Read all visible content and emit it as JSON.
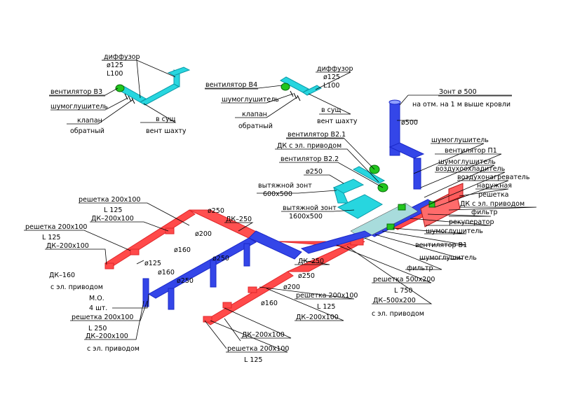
{
  "colors": {
    "supply": "#ff3b3b",
    "exhaust": "#2f3fe0",
    "local_exhaust": "#22d0dc",
    "fan": "#22c61e"
  },
  "labels": {
    "b3_diffuser": "диффузор",
    "b3_d125": "ø125",
    "b3_L100": "L100",
    "b3_fan": "вентилятор В3",
    "b3_silencer": "шумоглушитель",
    "b3_valve": "клапан",
    "b3_check": "обратный",
    "b3_exist": "в сущ",
    "b3_shaft": "вент шахту",
    "b4_fan": "вентилятор В4",
    "b4_diffuser": "диффузор",
    "b4_d125": "ø125",
    "b4_L100": "L100",
    "b4_silencer": "шумоглушитель",
    "b4_valve": "клапан",
    "b4_check": "обратный",
    "b4_exist": "в сущ",
    "b4_shaft": "вент шахту",
    "hood500": "Зонт ø 500",
    "hood500_note": "на отм. на 1 м выше кровли",
    "d500": "ø500",
    "fan_b21": "вентилятор В2.1",
    "dk_drive": "ДК с эл. приводом",
    "fan_b22": "вентилятор В2.2",
    "d250_a": "ø250",
    "hood600": "вытяжной зонт",
    "hood600_size": "600х500",
    "hood1600": "вытяжной зонт",
    "hood1600_size": "1600х500",
    "r_silencer": "шумоглушитель",
    "r_fan_p1": "вентилятор П1",
    "r_silencer2": "шумоглушитель",
    "r_cooler": "воздухоохладитель",
    "r_heater": "воздухонагреватель",
    "r_outer": "наружная",
    "r_grille": "решетка",
    "r_dk_drive": "ДК с эл. приводом",
    "r_filter": "фильтр",
    "r_recup": "рекуператор",
    "r_silencer3": "шумоглушитель",
    "r_fan_b1": "вентилятор В1",
    "r_silencer4": "шумоглушитель",
    "r_filter2": "фильтр",
    "g200_L125_top": "решетка 200х100",
    "L125_top": "L 125",
    "dk200_top": "ДК–200х100",
    "d250_b": "ø250",
    "dk250": "ДК–250",
    "d200_a": "ø200",
    "d160_a": "ø160",
    "g200_L125_left": "решетка 200х100",
    "L125_left": "L 125",
    "dk200_left": "ДК–200х100",
    "d125": "ø125",
    "d160_b": "ø160",
    "d250_c": "ø250",
    "dk160": "ДК–160",
    "dk160_drive": "с эл. приводом",
    "mo": "М.О.",
    "mo_qty": "4 шт.",
    "g200_L250": "решетка 200х100",
    "L250": "L 250",
    "dk200_bl": "ДК–200х100",
    "dk200_bl_drive": "с эл. приводом",
    "dk250_b": "ДК–250",
    "d250_d": "ø250",
    "d200_b": "ø200",
    "d160_c": "ø160",
    "g200_L125_mid": "решетка 200х100",
    "L125_mid": "L 125",
    "dk200_mid": "ДК–200х100",
    "dk200_bot": "ДК–200х100",
    "g200_L125_bot": "решетка 200х100",
    "L125_bot": "L 125",
    "g500": "решетка 500х200",
    "L750": "L 750",
    "dk500": "ДК–500х200",
    "dk500_drive": "с эл. приводом"
  }
}
